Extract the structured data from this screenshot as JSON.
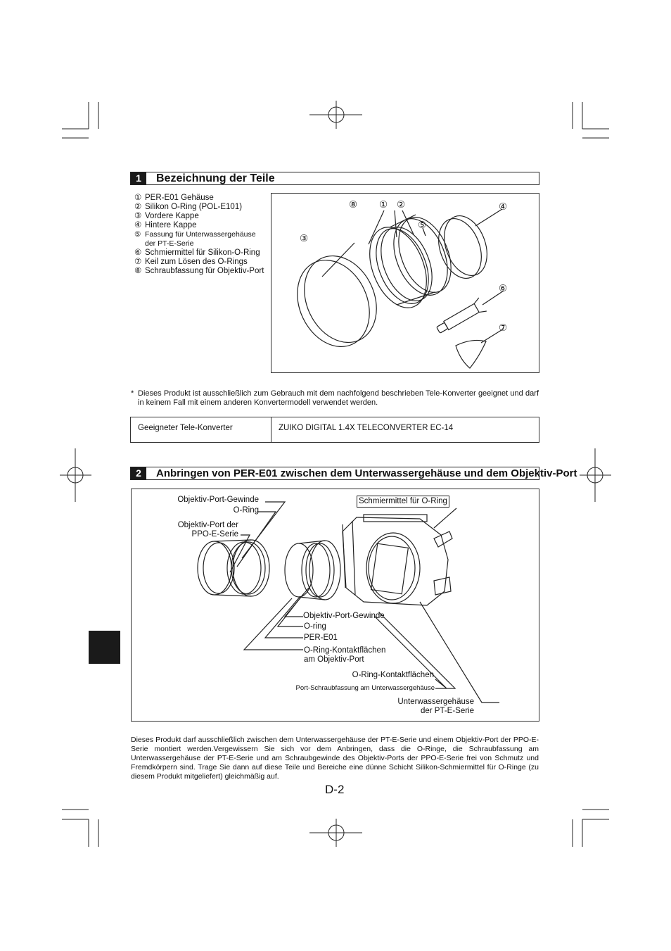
{
  "section1": {
    "number": "1",
    "title": "Bezeichnung der Teile",
    "parts": [
      {
        "num": "①",
        "text": "PER-E01 Gehäuse"
      },
      {
        "num": "②",
        "text": "Silikon O-Ring (POL-E101)"
      },
      {
        "num": "③",
        "text": "Vordere Kappe"
      },
      {
        "num": "④",
        "text": "Hintere Kappe"
      },
      {
        "num": "⑤",
        "text": "Fassung für Unterwassergehäuse",
        "cont": "der PT-E-Serie"
      },
      {
        "num": "⑥",
        "text": "Schmiermittel für Silikon-O-Ring"
      },
      {
        "num": "⑦",
        "text": "Keil zum Lösen des O-Rings"
      },
      {
        "num": "⑧",
        "text": "Schraubfassung für Objektiv-Port"
      }
    ],
    "diagram_numbers": {
      "n1": "①",
      "n2": "②",
      "n3": "③",
      "n4": "④",
      "n5": "⑤",
      "n6": "⑥",
      "n7": "⑦",
      "n8": "⑧"
    }
  },
  "note": {
    "star": "*",
    "text": "Dieses Produkt ist ausschließlich zum Gebrauch mit dem nachfolgend beschrieben Tele-Konverter geeignet und darf in keinem Fall mit einem anderen Konvertermodell verwendet werden."
  },
  "table": {
    "label": "Geeigneter Tele-Konverter",
    "value": "ZUIKO DIGITAL 1.4X TELECONVERTER EC-14"
  },
  "section2": {
    "number": "2",
    "title": "Anbringen von PER-E01 zwischen dem Unterwassergehäuse und dem Objektiv-Port",
    "labels": {
      "objektiv_port_gewinde": "Objektiv-Port-Gewinde",
      "o_ring": "O-Ring",
      "objektiv_port_der": "Objektiv-Port der",
      "ppo_e_serie": "PPO-E-Serie",
      "schmiermittel": "Schmiermittel für O-Ring",
      "objektiv_port_gewinde2": "Objektiv-Port-Gewinde",
      "o_ring2": "O-ring",
      "per_e01": "PER-E01",
      "o_ring_kontakt": "O-Ring-Kontaktflächen",
      "am_objektiv_port": "am Objektiv-Port",
      "o_ring_kontakt2": "O-Ring-Kontaktflächen",
      "port_schraub": "Port-Schraubfassung am Unterwassergehäuse",
      "unterwasser": "Unterwassergehäuse",
      "der_pt_e_serie": "der PT-E-Serie"
    }
  },
  "bottom_text": "Dieses Produkt darf ausschließlich zwischen dem Unterwassergehäuse der PT-E-Serie und einem Objektiv-Port der PPO-E-Serie montiert werden.Vergewissern Sie sich vor dem Anbringen, dass die O-Ringe, die Schraubfassung am Unterwassergehäuse der PT-E-Serie und am Schraubgewinde des Objektiv-Ports der PPO-E-Serie frei von Schmutz und Fremdkörpern sind. Trage Sie dann auf diese Teile und Bereiche eine dünne Schicht Silikon-Schmiermittel für O-Ringe (zu diesem Produkt mitgeliefert) gleichmäßig auf.",
  "page_number": "D-2"
}
